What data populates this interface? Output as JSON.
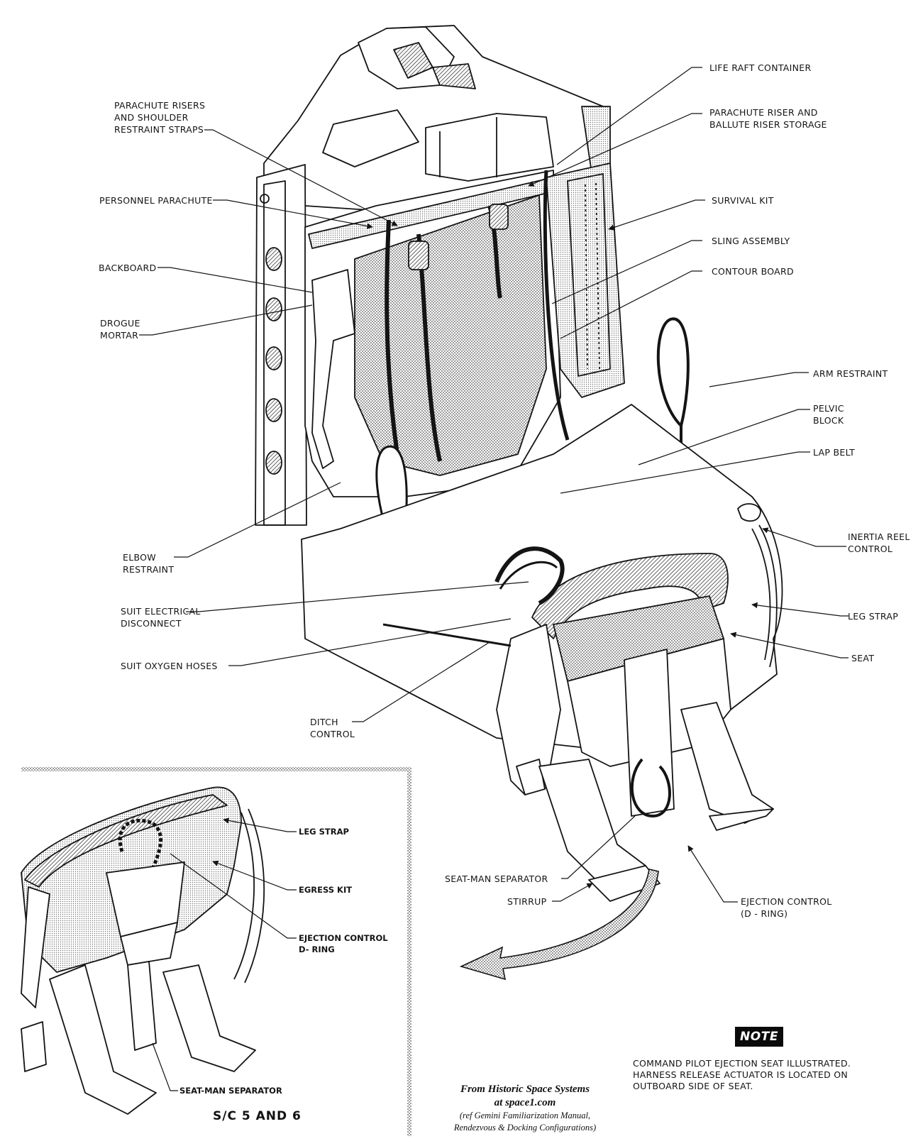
{
  "diagram": {
    "subject": "Gemini spacecraft ejection seat (cutaway illustration)",
    "colors": {
      "ink": "#141414",
      "background": "#ffffff",
      "halftone": "#9a9a9a",
      "note_badge": "#0a0a0a"
    }
  },
  "main_labels": {
    "parachute_risers": [
      "PARACHUTE RISERS",
      "AND SHOULDER",
      "RESTRAINT STRAPS"
    ],
    "personnel_parachute": [
      "PERSONNEL PARACHUTE"
    ],
    "backboard": [
      "BACKBOARD"
    ],
    "drogue_mortar": [
      "DROGUE",
      "MORTAR"
    ],
    "elbow_restraint": [
      "ELBOW",
      "RESTRAINT"
    ],
    "suit_electrical": [
      "SUIT ELECTRICAL",
      "DISCONNECT"
    ],
    "suit_oxygen": [
      "SUIT OXYGEN HOSES"
    ],
    "ditch_control": [
      "DITCH",
      "CONTROL"
    ],
    "life_raft": [
      "LIFE RAFT CONTAINER"
    ],
    "riser_storage": [
      "PARACHUTE RISER AND",
      "BALLUTE RISER STORAGE"
    ],
    "survival_kit": [
      "SURVIVAL KIT"
    ],
    "sling_assembly": [
      "SLING ASSEMBLY"
    ],
    "contour_board": [
      "CONTOUR BOARD"
    ],
    "arm_restraint": [
      "ARM RESTRAINT"
    ],
    "pelvic_block": [
      "PELVIC",
      "BLOCK"
    ],
    "lap_belt": [
      "LAP BELT"
    ],
    "inertia_reel": [
      "INERTIA REEL",
      "CONTROL"
    ],
    "leg_strap": [
      "LEG STRAP"
    ],
    "seat": [
      "SEAT"
    ],
    "seat_man_separator": [
      "SEAT-MAN SEPARATOR"
    ],
    "stirrup": [
      "STIRRUP"
    ],
    "ejection_control": [
      "EJECTION CONTROL",
      "(D - RING)"
    ]
  },
  "inset": {
    "caption": "S/C 5 AND 6",
    "labels": {
      "leg_strap": [
        "LEG STRAP"
      ],
      "egress_kit": [
        "EGRESS KIT"
      ],
      "ejection_control": [
        "EJECTION CONTROL",
        "D- RING"
      ],
      "seat_man_separator": [
        "SEAT-MAN SEPARATOR"
      ]
    }
  },
  "credit": {
    "line1": "From Historic Space Systems",
    "line2": "at space1.com",
    "line3": "(ref Gemini Familiarization Manual,",
    "line4": "Rendezvous & Docking Configurations)"
  },
  "note": {
    "badge": "NOTE",
    "lines": [
      "COMMAND PILOT EJECTION SEAT ILLUSTRATED.",
      "HARNESS RELEASE ACTUATOR IS LOCATED ON",
      "OUTBOARD SIDE OF SEAT."
    ]
  }
}
